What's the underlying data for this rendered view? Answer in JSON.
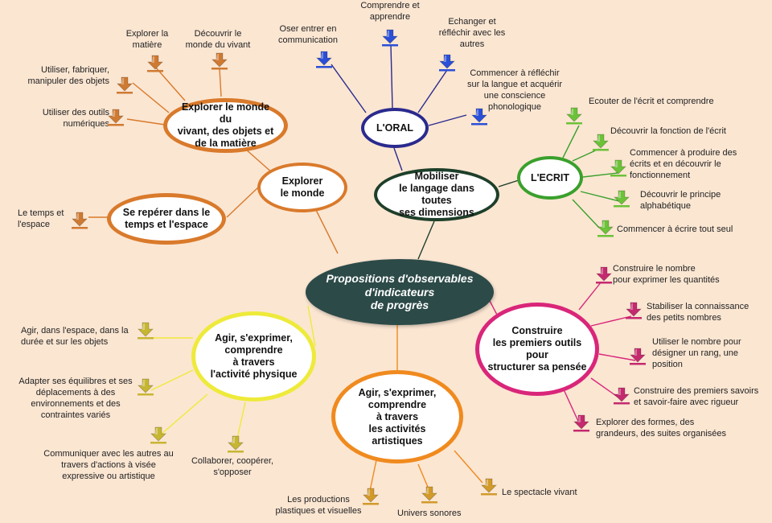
{
  "center": "Propositions d'observables\nd'indicateurs\nde progrès",
  "nodes": {
    "explorer_monde": "Explorer\nle monde",
    "explorer_vivant": "Explorer le monde du\nvivant, des objets et\nde la matière",
    "reperer": "Se repérer dans le\ntemps et l'espace",
    "oral": "L'ORAL",
    "mobiliser": "Mobiliser\nle langage dans toutes\nses dimensions",
    "ecrit": "L'ECRIT",
    "construire": "Construire\nles premiers outils\npour\nstructurer sa pensée",
    "physique": "Agir, s'exprimer,\ncomprendre\nà travers\nl'activité physique",
    "artistique": "Agir, s'exprimer,\ncomprendre\nà travers\nles activités artistiques"
  },
  "leaves": {
    "explorer_matiere": "Explorer la\nmatière",
    "decouvrir_vivant": "Découvrir le\nmonde du vivant",
    "utiliser_objets": "Utiliser, fabriquer,\nmanipuler des objets",
    "outils_numeriques": "Utiliser des outils\nnumériques",
    "temps_espace": "Le temps et\nl'espace",
    "oser": "Oser entrer en\ncommunication",
    "comprendre_apprendre": "Comprendre et\napprendre",
    "echanger": "Echanger et\nréfléchir avec les\nautres",
    "conscience": "Commencer à réfléchir\nsur la langue et acquérir\nune conscience\nphonologique",
    "ecouter": "Ecouter de l'écrit et comprendre",
    "fonction_ecrit": "Découvrir la fonction de l'écrit",
    "produire_ecrits": "Commencer à produire des\nécrits et en découvrir le\nfonctionnement",
    "principe": "Découvrir le principe\nalphabétique",
    "ecrire_seul": "Commencer à écrire tout seul",
    "construire_nombre": "Construire le nombre\npour exprimer les quantités",
    "stabiliser": "Stabiliser la connaissance\ndes petits nombres",
    "rang": "Utiliser le nombre pour\ndésigner un rang, une\nposition",
    "savoirs": "Construire des premiers savoirs\net savoir-faire avec rigueur",
    "formes": "Explorer des formes, des\ngrandeurs, des suites organisées",
    "agir_espace": "Agir, dans l'espace, dans la\ndurée et sur les objets",
    "equilibres": "Adapter ses équilibres et ses\ndéplacements à des\nenvironnements et des\ncontraintes variés",
    "communiquer": "Communiquer avec les autres au\ntravers d'actions à visée\nexpressive ou artistique",
    "collaborer": "Collaborer, coopérer,\ns'opposer",
    "productions": "Les productions\nplastiques et visuelles",
    "univers": "Univers sonores",
    "spectacle": "Le spectacle vivant"
  },
  "colors": {
    "background": "#fbe6d2",
    "center_fill": "#2c4a48",
    "explorer": "#d97a2b",
    "oral": "#2a2a8e",
    "mobiliser": "#1e3f2a",
    "ecrit": "#3aa02c",
    "construire": "#d9267a",
    "physique": "#eeea3a",
    "artistique": "#f08a1e",
    "icon_explorer": "#cf7a32",
    "icon_oral": "#2b4fd6",
    "icon_ecrit": "#6cc238",
    "icon_construire": "#c42a6e",
    "icon_physique": "#c7b632",
    "icon_artistique": "#d29a2a"
  },
  "icons": {
    "explorer": "down-arrow-icon",
    "oral": "down-arrow-icon",
    "ecrit": "down-arrow-icon",
    "construire": "down-arrow-icon",
    "physique": "down-arrow-icon",
    "artistique": "down-arrow-icon"
  }
}
